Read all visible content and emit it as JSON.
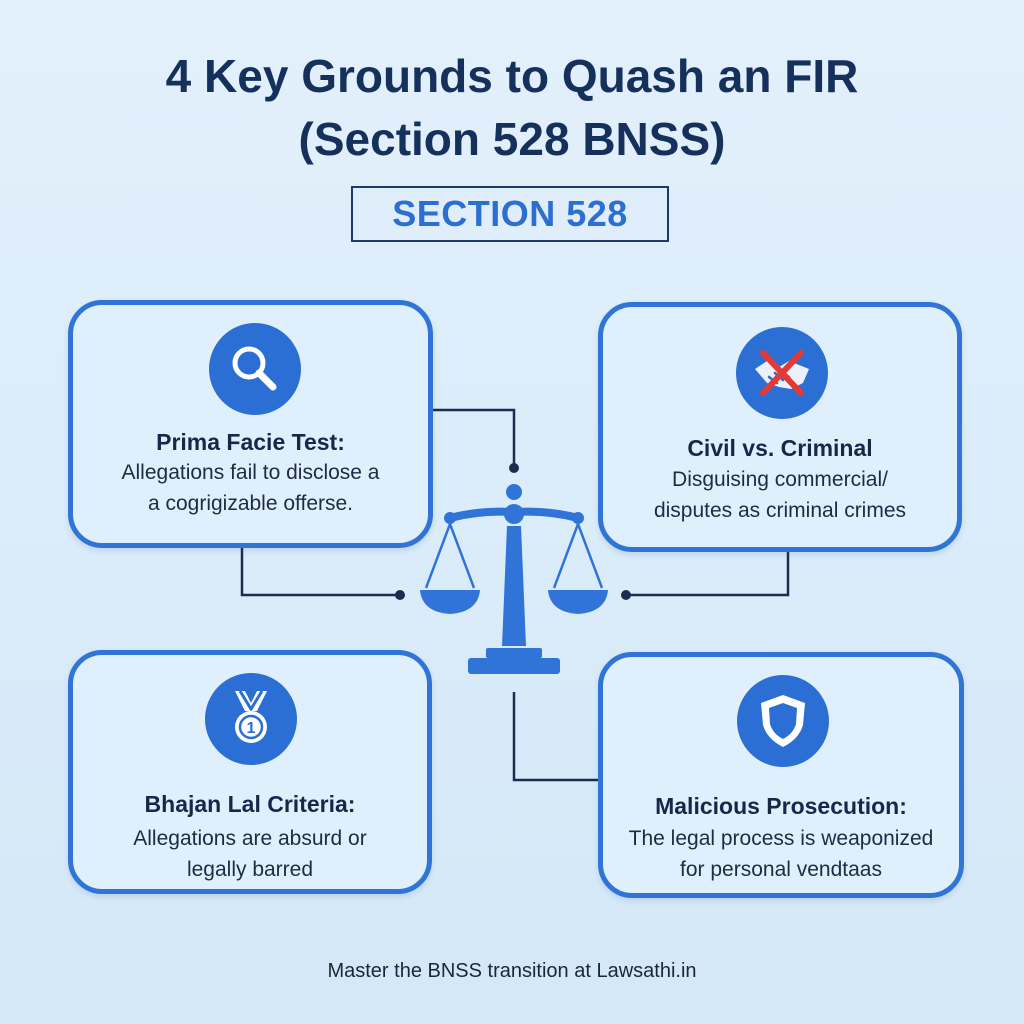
{
  "title": {
    "line1": "4 Key Grounds to Quash an FIR",
    "line2": "(Section 528 BNSS)"
  },
  "section_label": "SECTION 528",
  "colors": {
    "background": "#dbecfa",
    "accent": "#2f74d6",
    "title": "#16305c",
    "strike": "#e53935"
  },
  "cards": [
    {
      "icon": "magnifying-glass-icon",
      "title": "Prima Facie Test:",
      "lines": [
        "Allegations fail to disclose a",
        "a cogrigizable offerse."
      ]
    },
    {
      "icon": "crossed-handshake-icon",
      "title": "Civil vs. Criminal",
      "lines": [
        "Disguising commercial/",
        "disputes as criminal crimes"
      ]
    },
    {
      "icon": "medal-icon",
      "title": "Bhajan Lal Criteria:",
      "lines": [
        "Allegations are absurd or",
        "legally barred"
      ]
    },
    {
      "icon": "shield-icon",
      "title": "Malicious Prosecution:",
      "lines": [
        "The legal process is weaponized",
        "for personal vendtaas"
      ]
    }
  ],
  "medal_number": "1",
  "footer": "Master the BNSS transition at Lawsathi.in"
}
